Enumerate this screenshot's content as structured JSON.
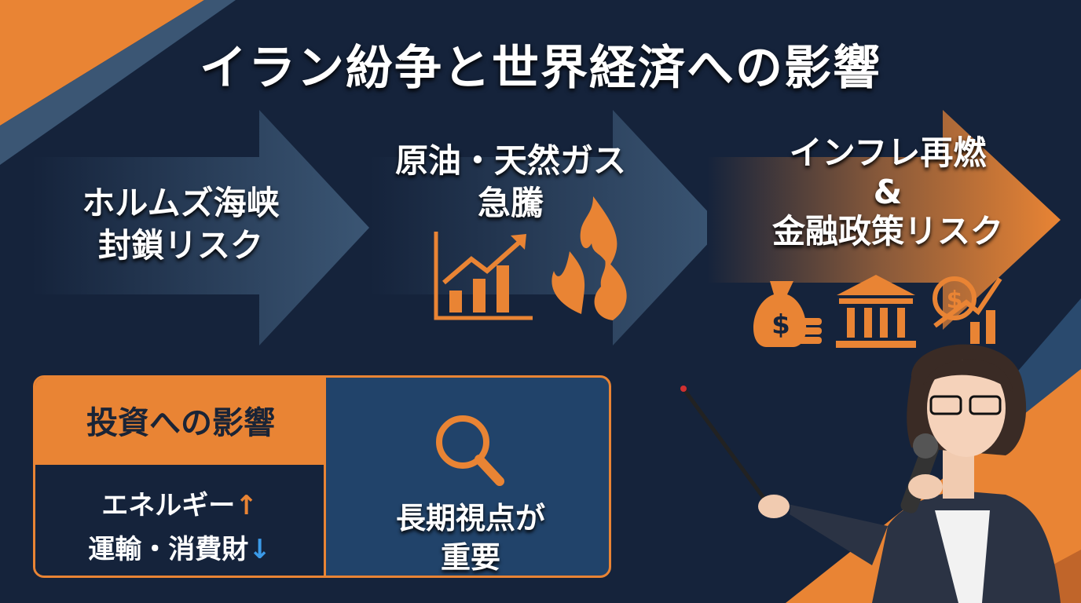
{
  "title": "イラン紛争と世界経済への影響",
  "steps": [
    {
      "line1": "ホルムズ海峡",
      "line2": "封鎖リスク"
    },
    {
      "line1": "原油・天然ガス",
      "line2": "急騰"
    },
    {
      "line1": "インフレ再燃",
      "line2": "&",
      "line3": "金融政策リスク"
    }
  ],
  "panel": {
    "header": "投資への影響",
    "energy": "エネルギー",
    "energy_arrow": "↑",
    "consumer": "運輸・消費財",
    "consumer_arrow": "↓",
    "right_line1": "長期視点が",
    "right_line2": "重要"
  },
  "colors": {
    "background": "#15233b",
    "accent": "#e98434",
    "blue": "#3b9ae8"
  }
}
